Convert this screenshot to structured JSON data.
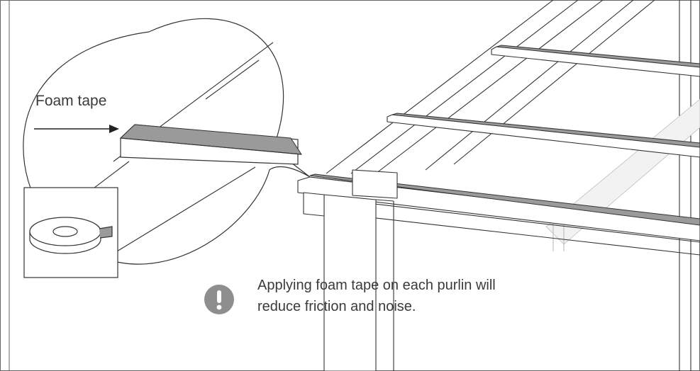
{
  "callout_label": "Foam tape",
  "note": {
    "line1": "Applying foam tape on each purlin will",
    "line2": "reduce friction and noise.",
    "icon": "exclamation-icon"
  },
  "colors": {
    "line": "#333333",
    "foam_tape": "#9a9a9a",
    "warning_icon": "#8e8e8e",
    "border": "#666666"
  }
}
